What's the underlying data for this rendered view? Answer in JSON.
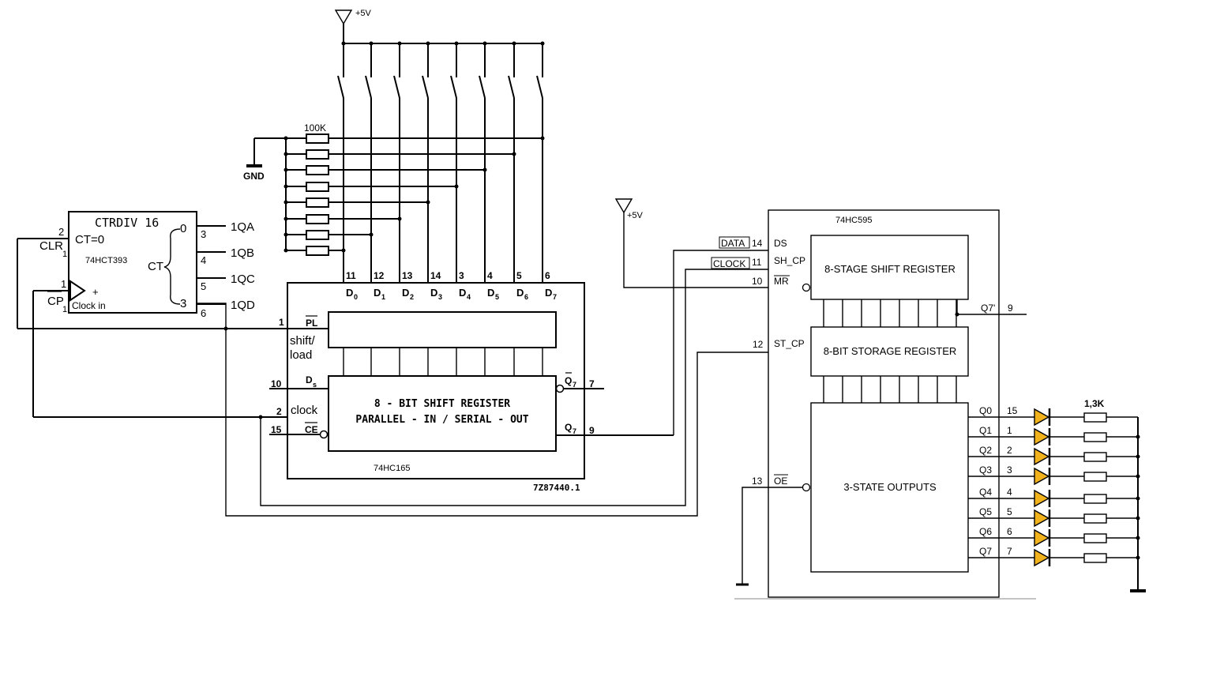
{
  "colors": {
    "led": "#f2b21b",
    "wire": "#000000",
    "background": "#ffffff"
  },
  "power": {
    "vcc_label": "+5V",
    "vcc2_label": "+5V",
    "gnd_label": "GND",
    "pulldown_value": "100K"
  },
  "counter": {
    "title": "CTRDIV  16",
    "part": "74HCT393",
    "ct0": "CT=0",
    "ct": "CT",
    "clr": "CLR",
    "clr_sub": "1",
    "cp": "CP",
    "cp_sub": "1",
    "plus": "+",
    "clock_in": "Clock in",
    "range_start": "0",
    "range_end": "3",
    "pin_clr": "2",
    "pin_cp": "1",
    "outputs": [
      {
        "pin": "3",
        "label": "1QA"
      },
      {
        "pin": "4",
        "label": "1QB"
      },
      {
        "pin": "5",
        "label": "1QC"
      },
      {
        "pin": "6",
        "label": "1QD"
      }
    ]
  },
  "piso": {
    "part": "74HC165",
    "code": "7Z87440.1",
    "title_line1": "8 - BIT SHIFT REGISTER",
    "title_line2": "PARALLEL - IN / SERIAL - OUT",
    "data_inputs": [
      {
        "pin": "11",
        "label": "D",
        "sub": "0"
      },
      {
        "pin": "12",
        "label": "D",
        "sub": "1"
      },
      {
        "pin": "13",
        "label": "D",
        "sub": "2"
      },
      {
        "pin": "14",
        "label": "D",
        "sub": "3"
      },
      {
        "pin": "3",
        "label": "D",
        "sub": "4"
      },
      {
        "pin": "4",
        "label": "D",
        "sub": "5"
      },
      {
        "pin": "5",
        "label": "D",
        "sub": "6"
      },
      {
        "pin": "6",
        "label": "D",
        "sub": "7"
      }
    ],
    "pl_pin": "1",
    "pl_label": "PL",
    "shift_load_line1": "shift/",
    "shift_load_line2": "load",
    "ds_pin": "10",
    "ds_label": "D",
    "ds_sub": "s",
    "clock_pin": "2",
    "clock_label": "clock",
    "ce_pin": "15",
    "ce_label": "CE",
    "q7n_label": "Q",
    "q7n_sub": "7",
    "q7n_pin": "7",
    "q7_label": "Q",
    "q7_sub": "7",
    "q7_pin": "9"
  },
  "sipo": {
    "part": "74HC595",
    "shift_register": "8-STAGE SHIFT REGISTER",
    "storage_register": "8-BIT STORAGE REGISTER",
    "outputs_block": "3-STATE OUTPUTS",
    "data_tag": "DATA",
    "clock_tag": "CLOCK",
    "ds_pin": "14",
    "ds_label": "DS",
    "shcp_pin": "11",
    "shcp_label": "SH_CP",
    "mr_pin": "10",
    "mr_label": "MR",
    "stcp_pin": "12",
    "stcp_label": "ST_CP",
    "oe_pin": "13",
    "oe_label": "OE",
    "q7s_label": "Q7'",
    "q7s_pin": "9",
    "outputs": [
      {
        "label": "Q0",
        "pin": "15"
      },
      {
        "label": "Q1",
        "pin": "1"
      },
      {
        "label": "Q2",
        "pin": "2"
      },
      {
        "label": "Q3",
        "pin": "3"
      },
      {
        "label": "Q4",
        "pin": "4"
      },
      {
        "label": "Q5",
        "pin": "5"
      },
      {
        "label": "Q6",
        "pin": "6"
      },
      {
        "label": "Q7",
        "pin": "7"
      }
    ],
    "led_resistor": "1,3K"
  }
}
